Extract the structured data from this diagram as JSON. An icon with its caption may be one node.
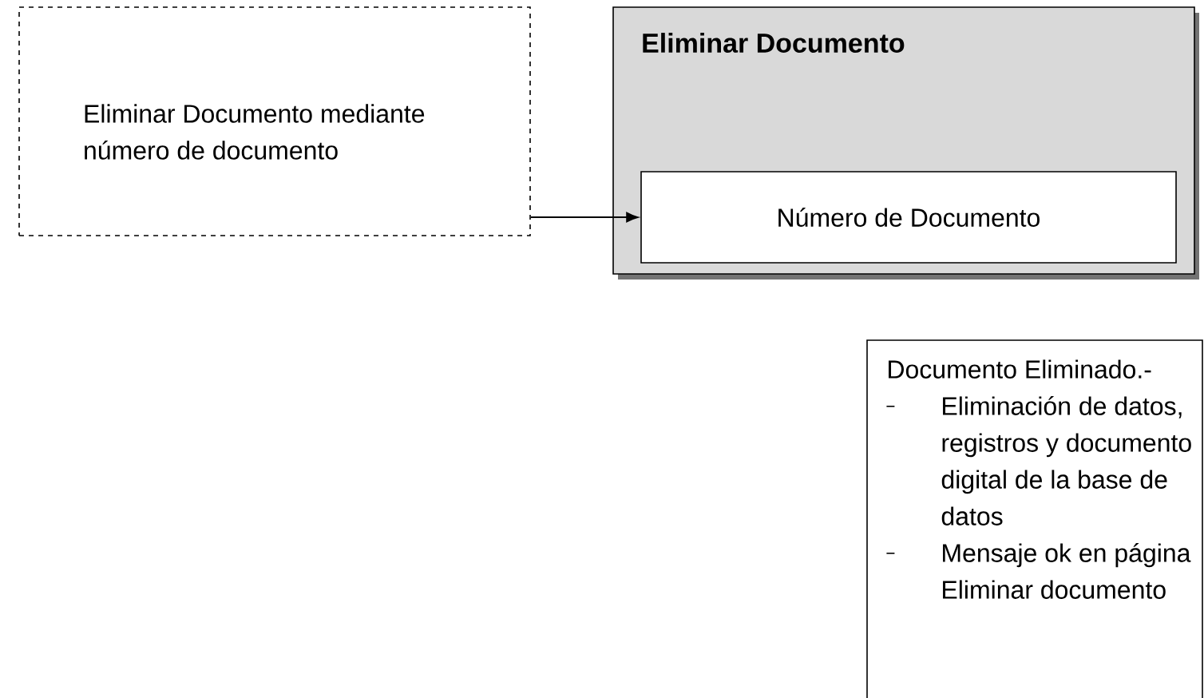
{
  "diagram": {
    "nodes": [
      {
        "text": [
          "Eliminar Documento mediante número de documento"
        ]
      },
      {
        "text": [
          "Eliminar Documento"
        ]
      },
      {
        "text": [
          "Número de Documento"
        ],
        "in": 1
      },
      {
        "text": [
          "Documento Eliminado.-",
          "Eliminación de datos, registros y documento digital de la base de datos",
          "Mensaje ok en página Eliminar documento"
        ]
      }
    ],
    "edges": [
      {
        "from": 0,
        "to": 2,
        "arrow": "to"
      }
    ]
  }
}
